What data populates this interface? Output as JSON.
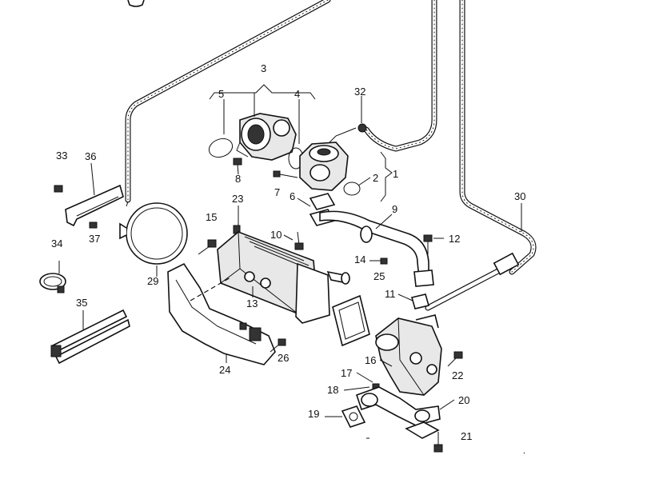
{
  "diagram": {
    "callouts": [
      {
        "id": "1",
        "label": "1"
      },
      {
        "id": "2",
        "label": "2"
      },
      {
        "id": "3",
        "label": "3"
      },
      {
        "id": "4",
        "label": "4"
      },
      {
        "id": "5",
        "label": "5"
      },
      {
        "id": "6",
        "label": "6"
      },
      {
        "id": "7",
        "label": "7"
      },
      {
        "id": "8",
        "label": "8"
      },
      {
        "id": "9",
        "label": "9"
      },
      {
        "id": "10",
        "label": "10"
      },
      {
        "id": "11",
        "label": "11"
      },
      {
        "id": "12",
        "label": "12"
      },
      {
        "id": "13",
        "label": "13"
      },
      {
        "id": "14",
        "label": "14"
      },
      {
        "id": "15",
        "label": "15"
      },
      {
        "id": "16",
        "label": "16"
      },
      {
        "id": "17",
        "label": "17"
      },
      {
        "id": "18",
        "label": "18"
      },
      {
        "id": "19",
        "label": "19"
      },
      {
        "id": "20",
        "label": "20"
      },
      {
        "id": "21",
        "label": "21"
      },
      {
        "id": "22",
        "label": "22"
      },
      {
        "id": "23",
        "label": "23"
      },
      {
        "id": "24",
        "label": "24"
      },
      {
        "id": "25",
        "label": "25"
      },
      {
        "id": "26",
        "label": "26"
      },
      {
        "id": "29",
        "label": "29"
      },
      {
        "id": "30",
        "label": "30"
      },
      {
        "id": "32",
        "label": "32"
      },
      {
        "id": "33",
        "label": "33"
      },
      {
        "id": "34",
        "label": "34"
      },
      {
        "id": "35",
        "label": "35"
      },
      {
        "id": "36",
        "label": "36"
      },
      {
        "id": "37",
        "label": "37"
      }
    ]
  }
}
